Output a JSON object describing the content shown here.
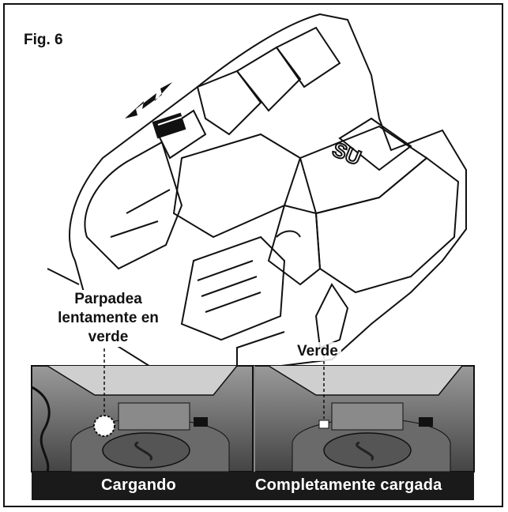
{
  "figure": {
    "label": "Fig. 6",
    "callouts": {
      "blinking": [
        "Parpadea",
        "lentamente en",
        "verde"
      ],
      "solid": "Verde"
    },
    "panels": {
      "left_caption": "Cargando",
      "right_caption": "Completamente cargada"
    },
    "colors": {
      "ink": "#111111",
      "caption_bg": "#1a1a1a",
      "caption_text": "#ffffff"
    },
    "icons": [
      "double-arrow-icon",
      "led-indicator-icon",
      "logo-s-icon"
    ]
  }
}
